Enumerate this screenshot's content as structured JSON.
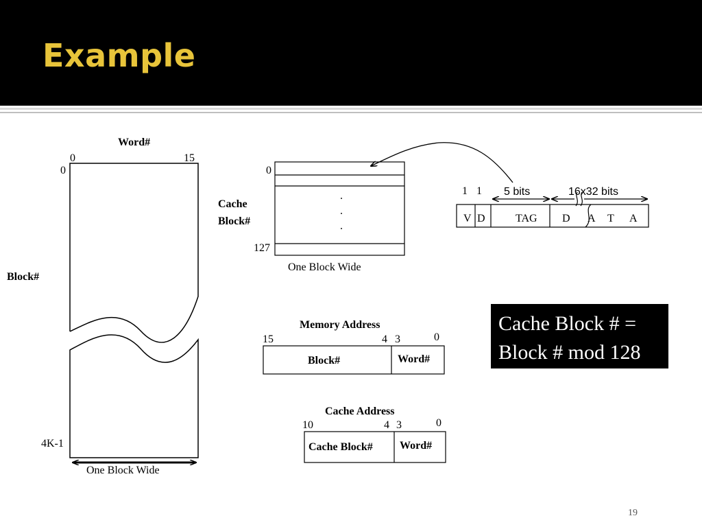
{
  "slide": {
    "title": "Example",
    "page_number": "19"
  },
  "main_memory": {
    "word_header": "Word#",
    "word_first": "0",
    "word_last": "15",
    "block_first": "0",
    "block_last": "4K-1",
    "block_label": "Block#",
    "width_label": "One Block Wide"
  },
  "cache": {
    "first_index": "0",
    "last_index": "127",
    "label_line1": "Cache",
    "label_line2": "Block#",
    "ellipsis": ".",
    "width_label": "One Block Wide"
  },
  "cache_line": {
    "v_bits": "1",
    "d_bits": "1",
    "tag_bits": "5 bits",
    "data_bits": "16x32 bits",
    "field_v": "V",
    "field_d": "D",
    "field_tag": "TAG",
    "data_letters": [
      "D",
      "A",
      "T",
      "A"
    ]
  },
  "memory_address": {
    "title": "Memory Address",
    "bit_high": "15",
    "bit_split_hi": "4",
    "bit_split_lo": "3",
    "bit_low": "0",
    "field_block": "Block#",
    "field_word": "Word#"
  },
  "cache_address": {
    "title": "Cache Address",
    "bit_high": "10",
    "bit_split_hi": "4",
    "bit_split_lo": "3",
    "bit_low": "0",
    "field_block": "Cache Block#",
    "field_word": "Word#"
  },
  "formula": {
    "line1": "Cache Block # =",
    "line2": "Block # mod 128"
  }
}
